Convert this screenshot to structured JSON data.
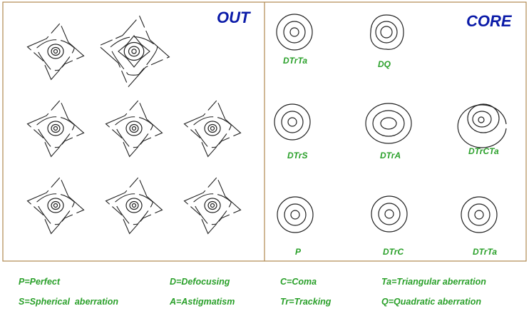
{
  "panels": {
    "out": {
      "title": "OUT"
    },
    "core": {
      "title": "CORE"
    }
  },
  "core_patterns": [
    {
      "label": "DTrTa",
      "shape": "circular"
    },
    {
      "label": "DQ",
      "shape": "quadratic"
    },
    {
      "label": "DTrS",
      "shape": "circular"
    },
    {
      "label": "DTrA",
      "shape": "elliptical"
    },
    {
      "label": "DTrCTa",
      "shape": "coma"
    },
    {
      "label": "P",
      "shape": "circular"
    },
    {
      "label": "DTrC",
      "shape": "circular"
    },
    {
      "label": "DTrTa",
      "shape": "circular"
    }
  ],
  "out_patterns": [
    {
      "style": "star"
    },
    {
      "style": "star-large"
    },
    {
      "style": "star"
    },
    {
      "style": "star"
    },
    {
      "style": "star"
    },
    {
      "style": "star"
    },
    {
      "style": "star"
    },
    {
      "style": "star"
    }
  ],
  "legend": [
    "P=Perfect",
    "D=Defocusing",
    "C=Coma",
    "Ta=Triangular aberration",
    "S=Spherical  aberration",
    "A=Astigmatism",
    "Tr=Tracking",
    "Q=Quadratic aberration"
  ],
  "colors": {
    "frame": "#b08850",
    "title": "#0a1aa8",
    "label": "#2aa02a",
    "line": "#222222"
  }
}
